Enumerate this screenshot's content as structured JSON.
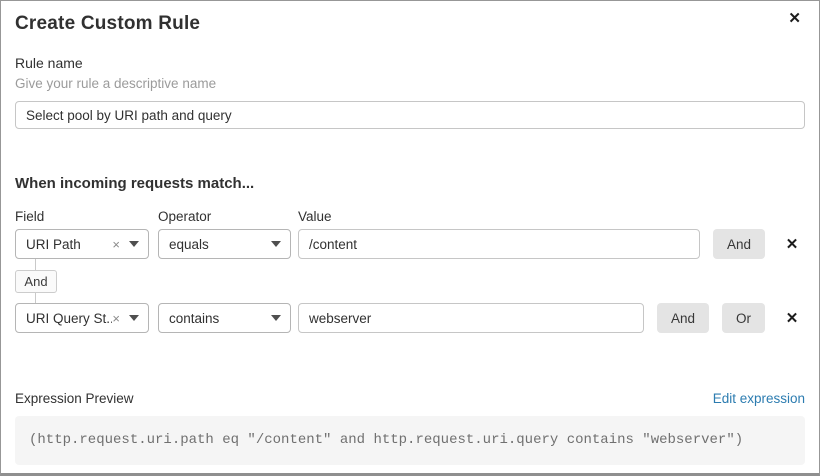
{
  "modal": {
    "title": "Create Custom Rule",
    "close_icon": "✕"
  },
  "rule_name": {
    "label": "Rule name",
    "helper": "Give your rule a descriptive name",
    "value": "Select pool by URI path and query"
  },
  "matcher": {
    "heading": "When incoming requests match...",
    "columns": {
      "field": "Field",
      "operator": "Operator",
      "value": "Value"
    },
    "rows": [
      {
        "field": "URI Path",
        "operator": "equals",
        "value": "/content",
        "and_button": "And",
        "remove_icon": "✕",
        "clear_icon": "×"
      },
      {
        "field": "URI Query St...",
        "operator": "contains",
        "value": "webserver",
        "and_button": "And",
        "or_button": "Or",
        "remove_icon": "✕",
        "clear_icon": "×"
      }
    ],
    "connector_label": "And"
  },
  "expression": {
    "label": "Expression Preview",
    "edit_link": "Edit expression",
    "code": "(http.request.uri.path eq \"/content\" and http.request.uri.query contains \"webserver\")"
  },
  "colors": {
    "link_blue": "#2c7cb0",
    "button_gray": "#e4e4e4",
    "code_bg": "#f5f5f5"
  }
}
